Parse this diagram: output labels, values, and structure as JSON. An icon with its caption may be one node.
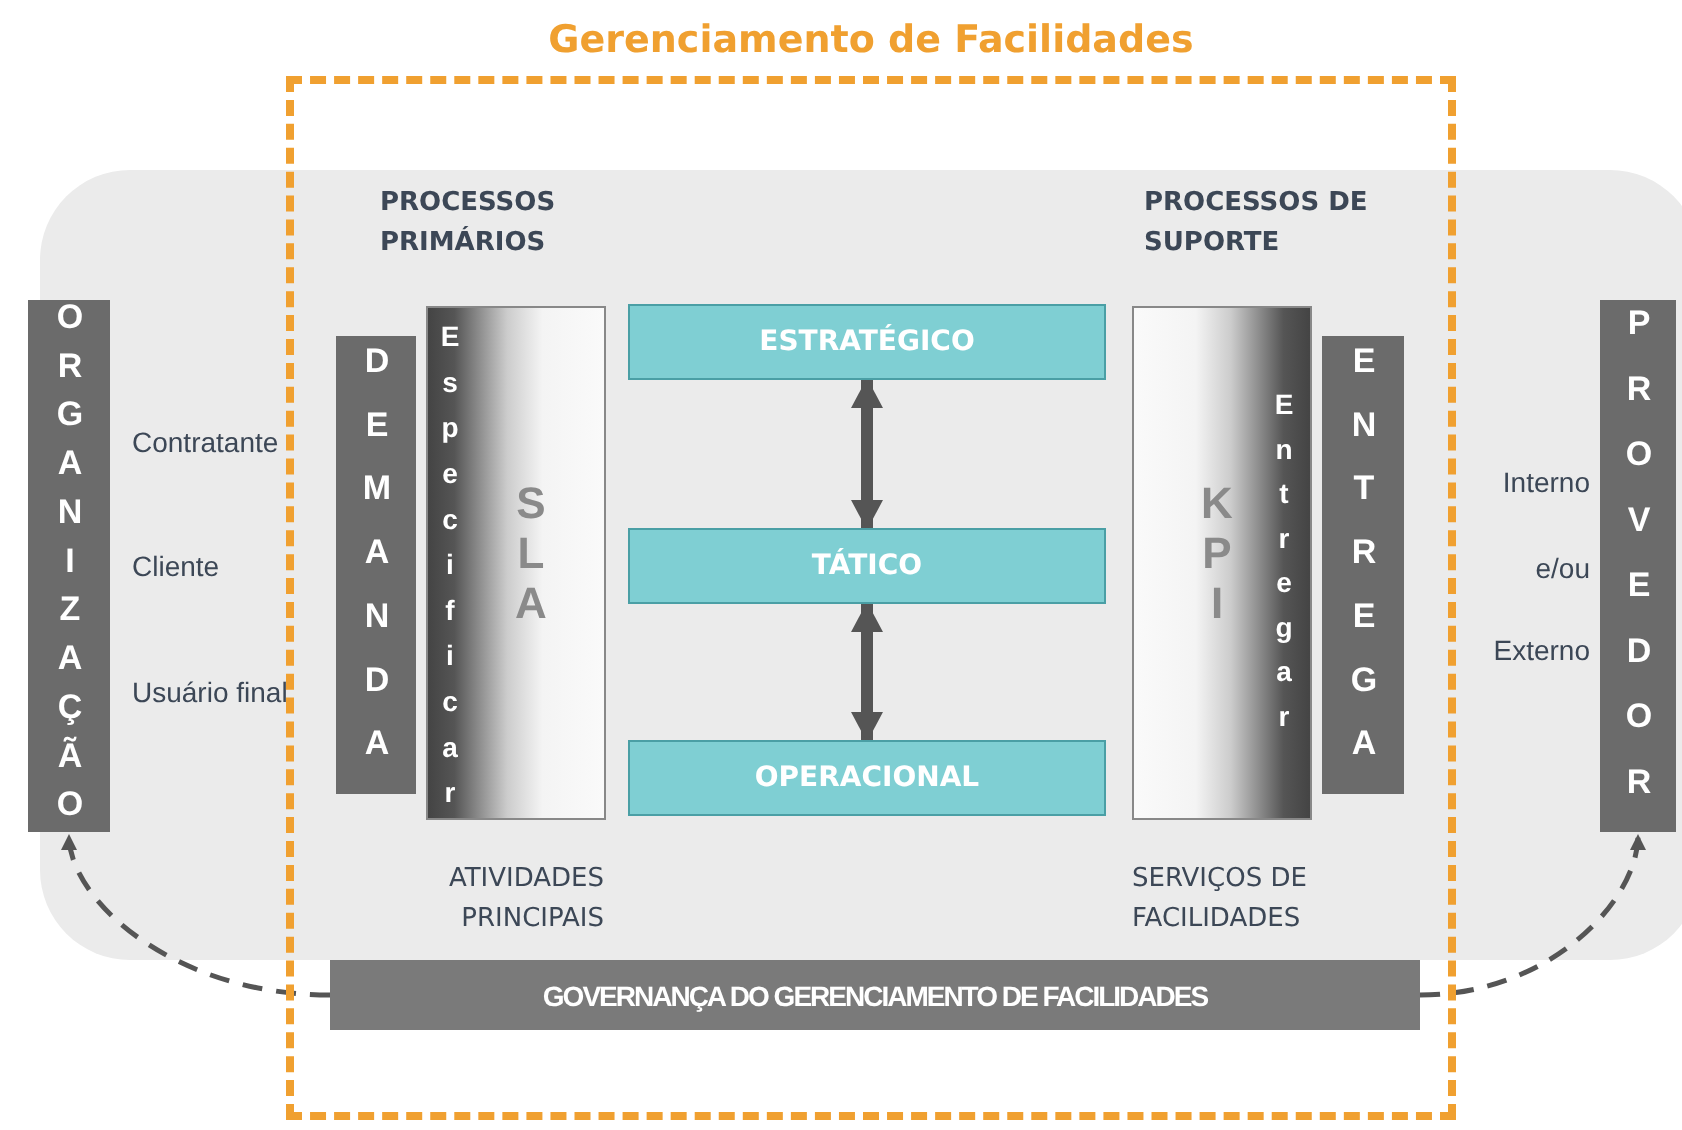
{
  "diagram": {
    "nodes": [
      {
        "text": [
          "Gerenciamento de Facilidades"
        ]
      },
      {
        "text": [
          "ORGANIZAÇÃO"
        ],
        "beside": [
          "Contratante",
          "Cliente",
          "Usuário final"
        ]
      },
      {
        "text": [
          "PROVEDOR"
        ],
        "beside": [
          "Interno",
          "e/ou",
          "Externo"
        ]
      },
      {
        "text": [
          "DEMANDA"
        ],
        "in": 0
      },
      {
        "text": [
          "Especificar",
          "SLA"
        ],
        "in": 0
      },
      {
        "text": [
          "ESTRATÉGICO"
        ],
        "in": 0
      },
      {
        "text": [
          "TÁTICO"
        ],
        "in": 0
      },
      {
        "text": [
          "OPERACIONAL"
        ],
        "in": 0
      },
      {
        "text": [
          "KPI",
          "Entregar"
        ],
        "in": 0
      },
      {
        "text": [
          "ENTREGA"
        ],
        "in": 0
      },
      {
        "text": [
          "GOVERNANÇA DO GERENCIAMENTO DE FACILIDADES"
        ],
        "in": 0
      }
    ],
    "edges": [
      {
        "from": 5,
        "to": 6,
        "arrow": "both",
        "style": "thick"
      },
      {
        "from": 6,
        "to": 7,
        "arrow": "both",
        "style": "thick"
      },
      {
        "from": 10,
        "to": 1,
        "arrow": "to",
        "style": "dashed"
      },
      {
        "from": 10,
        "to": 2,
        "arrow": "to",
        "style": "dashed"
      }
    ],
    "labels": [
      "PROCESSOS PRIMÁRIOS",
      "PROCESSOS DE SUPORTE",
      "ATIVIDADES PRINCIPAIS",
      "SERVIÇOS DE FACILIDADES"
    ]
  }
}
